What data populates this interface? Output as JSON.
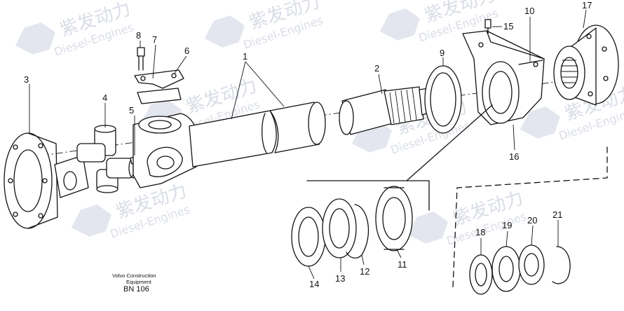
{
  "watermark": {
    "brand": "紫发动力",
    "subtitle": "Diesel-Engines",
    "color": "#d9dde6"
  },
  "caption": {
    "maker": "Volvo Construction",
    "category": "Equipment",
    "code": "BN 106"
  },
  "callouts": {
    "n1": "1",
    "n2": "2",
    "n3": "3",
    "n4": "4",
    "n5": "5",
    "n6": "6",
    "n7": "7",
    "n8": "8",
    "n9": "9",
    "n10": "10",
    "n11": "11",
    "n12": "12",
    "n13": "13",
    "n14": "14",
    "n15": "15",
    "n16": "16",
    "n17": "17",
    "n18": "18",
    "n19": "19",
    "n20": "20",
    "n21": "21"
  }
}
